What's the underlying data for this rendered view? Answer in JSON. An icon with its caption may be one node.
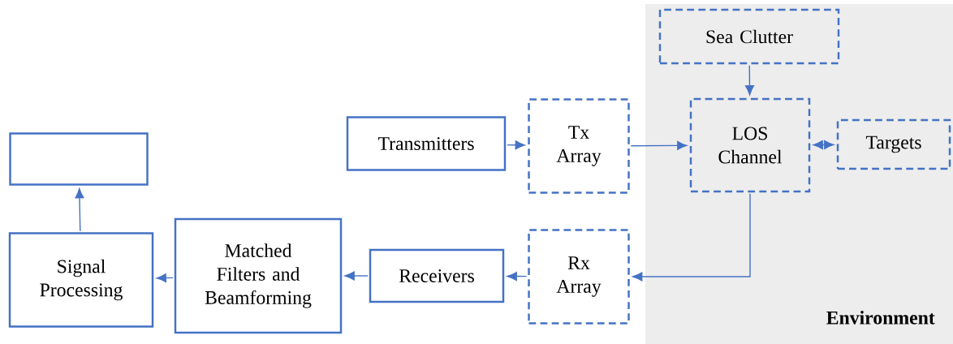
{
  "diagram": {
    "nodes": [
      {
        "text": [
          "Environment"
        ]
      },
      {
        "text": [
          "Sea Clutter"
        ],
        "in": 0
      },
      {
        "text": [],
        "shape": "box"
      },
      {
        "text": [
          "Transmitters"
        ]
      },
      {
        "text": [
          "Tx Array"
        ]
      },
      {
        "text": [
          "LOS Channel"
        ],
        "in": 0
      },
      {
        "text": [
          "Targets"
        ],
        "in": 0
      },
      {
        "text": [
          "Signal Processing"
        ]
      },
      {
        "text": [
          "Matched Filters and Beamforming"
        ]
      },
      {
        "text": [
          "Receivers"
        ]
      },
      {
        "text": [
          "Rx Array"
        ]
      }
    ],
    "edges": [
      {
        "from": 1,
        "to": 5,
        "arrow": "to"
      },
      {
        "from": 3,
        "to": 4,
        "arrow": "to"
      },
      {
        "from": 4,
        "to": 5,
        "arrow": "to"
      },
      {
        "from": 5,
        "to": 6,
        "arrow": "both"
      },
      {
        "from": 5,
        "to": 10,
        "arrow": "to"
      },
      {
        "from": 10,
        "to": 9,
        "arrow": "to"
      },
      {
        "from": 9,
        "to": 8,
        "arrow": "to"
      },
      {
        "from": 8,
        "to": 7,
        "arrow": "to"
      },
      {
        "from": 7,
        "to": 2,
        "arrow": "to"
      }
    ]
  }
}
